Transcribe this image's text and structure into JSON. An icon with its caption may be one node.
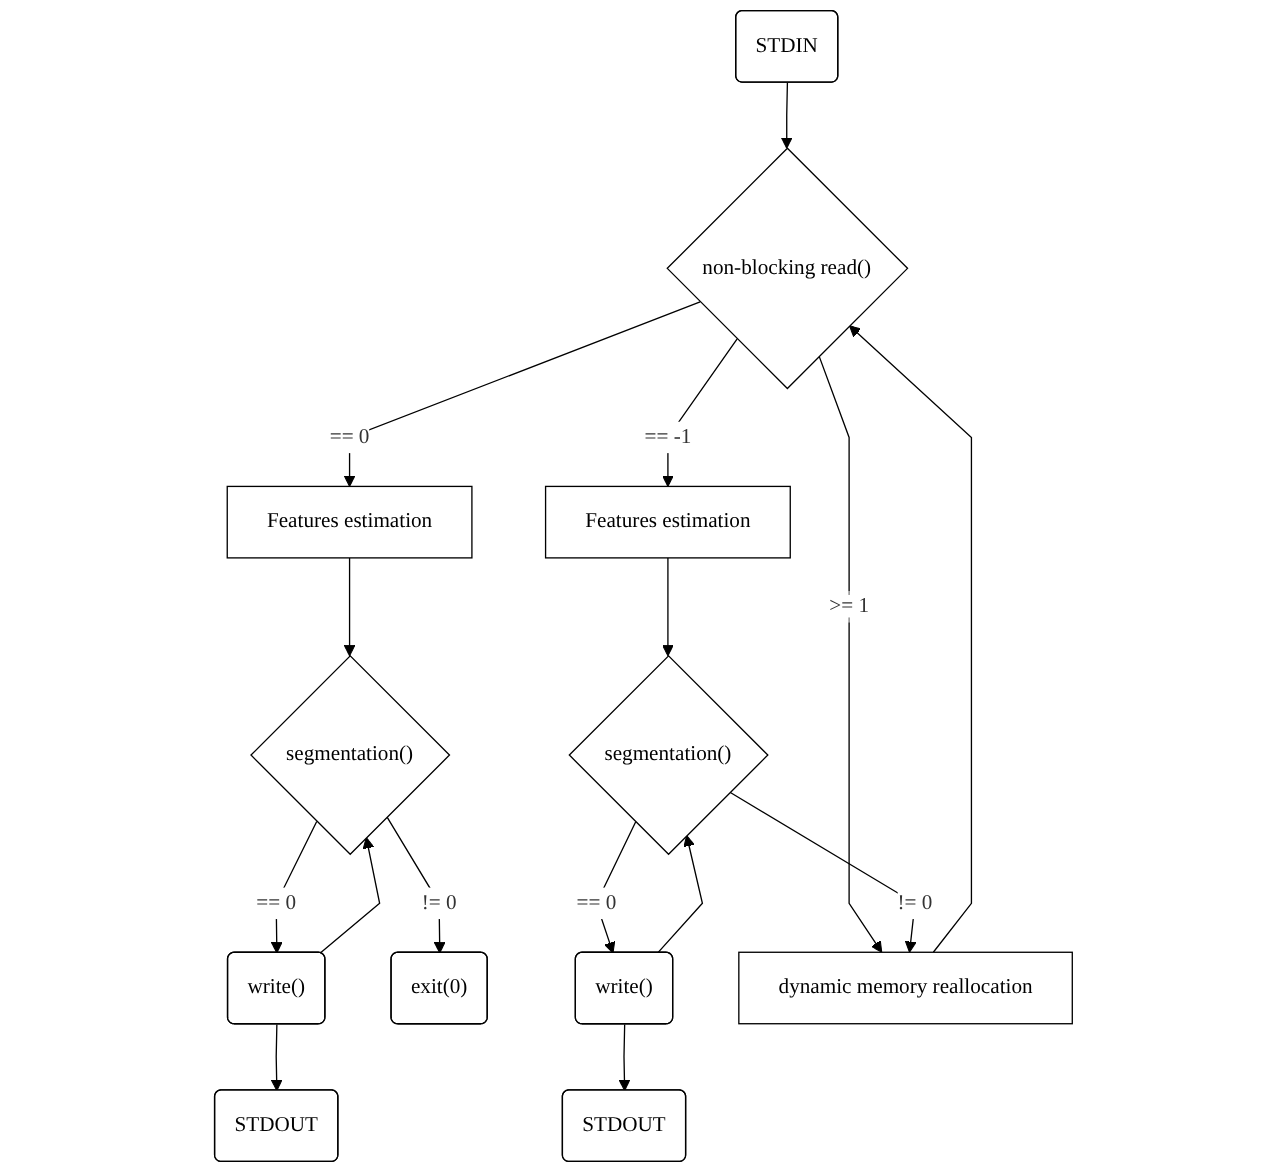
{
  "diagram": {
    "nodes": [
      {
        "text": [
          "STDIN"
        ]
      },
      {
        "text": [
          "dynamic memory reallocation"
        ]
      },
      {
        "text": [
          "non-blocking read()"
        ]
      },
      {
        "text": [
          "STDOUT"
        ]
      },
      {
        "text": [
          "Features estimation"
        ]
      },
      {
        "text": [
          "write()"
        ]
      },
      {
        "text": [
          "segmentation()"
        ]
      },
      {
        "text": [
          "exit(0)"
        ]
      },
      {
        "text": [
          "STDOUT"
        ]
      },
      {
        "text": [
          "Features estimation"
        ]
      },
      {
        "text": [
          "write()"
        ]
      },
      {
        "text": [
          "segmentation()"
        ]
      }
    ],
    "edges": [
      {
        "from": 0,
        "to": 2,
        "arrow": "to"
      },
      {
        "from": 1,
        "to": 2,
        "arrow": "to"
      },
      {
        "from": 2,
        "to": 4,
        "arrow": "to",
        "label": "== 0"
      },
      {
        "from": 2,
        "to": 1,
        "arrow": "to",
        "label": ">= 1"
      },
      {
        "from": 2,
        "to": 9,
        "arrow": "to",
        "label": "== -1"
      },
      {
        "from": 4,
        "to": 6,
        "arrow": "to"
      },
      {
        "from": 5,
        "to": 3,
        "arrow": "to"
      },
      {
        "from": 5,
        "to": 6,
        "arrow": "to"
      },
      {
        "from": 6,
        "to": 5,
        "arrow": "to",
        "label": "== 0"
      },
      {
        "from": 6,
        "to": 7,
        "arrow": "to",
        "label": "!= 0"
      },
      {
        "from": 9,
        "to": 11,
        "arrow": "to"
      },
      {
        "from": 10,
        "to": 8,
        "arrow": "to"
      },
      {
        "from": 10,
        "to": 11,
        "arrow": "to"
      },
      {
        "from": 11,
        "to": 10,
        "arrow": "to",
        "label": "== 0"
      },
      {
        "from": 11,
        "to": 1,
        "arrow": "to",
        "label": "!= 0"
      }
    ]
  }
}
